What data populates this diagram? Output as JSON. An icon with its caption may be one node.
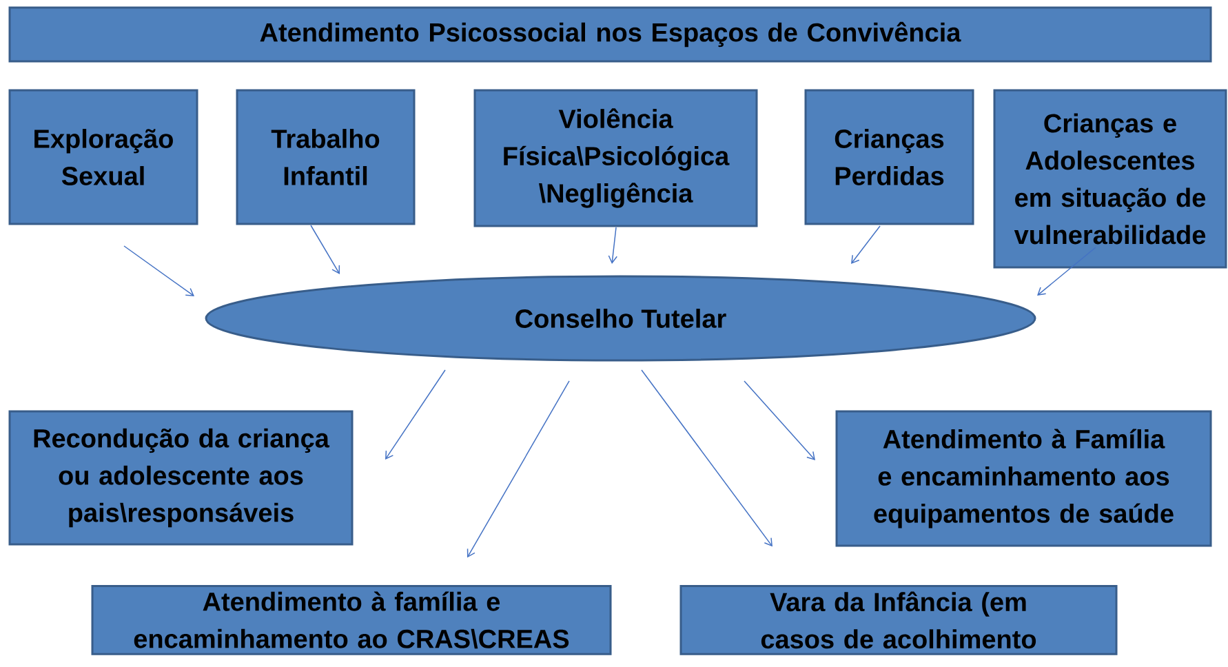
{
  "diagram": {
    "nodes": [
      {
        "text": [
          "Atendimento Psicossocial nos Espaços de Convivência"
        ]
      },
      {
        "text": [
          "Exploração Sexual"
        ]
      },
      {
        "text": [
          "Trabalho Infantil"
        ]
      },
      {
        "text": [
          "Violência Física\\Psicológica \\Negligência"
        ]
      },
      {
        "text": [
          "Crianças Perdidas"
        ]
      },
      {
        "text": [
          "Crianças e Adolescentes em situação de vulnerabilidade"
        ]
      },
      {
        "text": [
          "Conselho Tutelar"
        ]
      },
      {
        "text": [
          "Recondução da criança ou adolescente aos pais\\responsáveis"
        ]
      },
      {
        "text": [
          "Atendimento à Família e encaminhamento aos equipamentos de saúde"
        ]
      },
      {
        "text": [
          "Atendimento à família e encaminhamento ao CRAS\\CREAS"
        ]
      },
      {
        "text": [
          "Vara da Infância (em casos de acolhimento"
        ]
      }
    ],
    "edges": [
      {
        "from": 1,
        "to": 6,
        "arrow": "to"
      },
      {
        "from": 2,
        "to": 6,
        "arrow": "to"
      },
      {
        "from": 3,
        "to": 6,
        "arrow": "to"
      },
      {
        "from": 4,
        "to": 6,
        "arrow": "to"
      },
      {
        "from": 5,
        "to": 6,
        "arrow": "to"
      },
      {
        "from": 6,
        "to": 7,
        "arrow": "to"
      },
      {
        "from": 6,
        "to": 9,
        "arrow": "to"
      },
      {
        "from": 6,
        "to": 10,
        "arrow": "to"
      },
      {
        "from": 6,
        "to": 8,
        "arrow": "to"
      }
    ]
  }
}
